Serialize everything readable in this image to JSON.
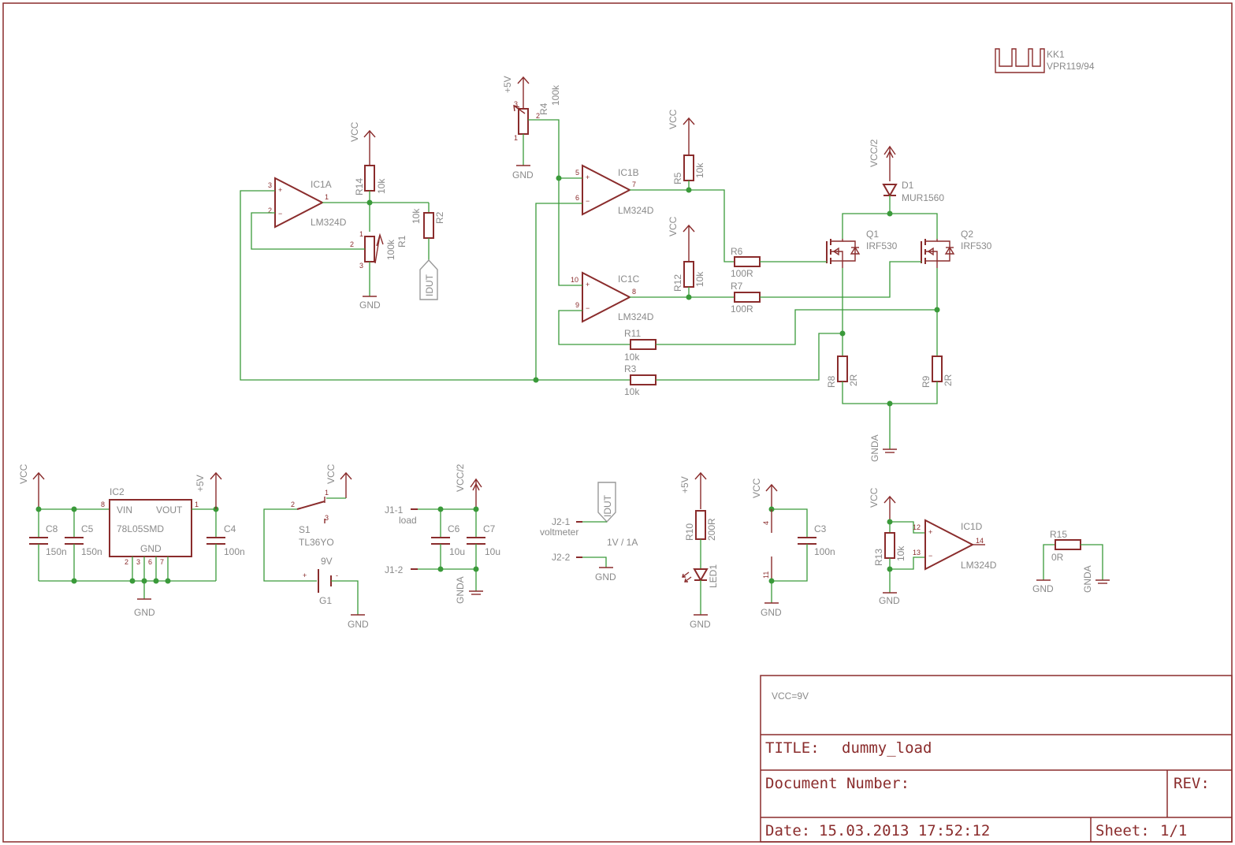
{
  "title_block": {
    "note": "VCC=9V",
    "title_label": "TITLE:",
    "title_value": "dummy_load",
    "docnum_label": "Document Number:",
    "rev_label": "REV:",
    "date_label": "Date:",
    "date_value": "15.03.2013 17:52:12",
    "sheet_label": "Sheet:",
    "sheet_value": "1/1"
  },
  "nets": {
    "vcc": "VCC",
    "gnd": "GND",
    "p5v": "+5V",
    "vcc2": "VCC/2",
    "gnda": "GNDA",
    "idut": "IDUT"
  },
  "parts": {
    "kk1": {
      "name": "KK1",
      "value": "VPR119/94"
    },
    "ic1a": {
      "name": "IC1A",
      "value": "LM324D"
    },
    "ic1b": {
      "name": "IC1B",
      "value": "LM324D"
    },
    "ic1c": {
      "name": "IC1C",
      "value": "LM324D"
    },
    "ic1d": {
      "name": "IC1D",
      "value": "LM324D"
    },
    "ic2": {
      "name": "IC2",
      "value": "78L05SMD",
      "vin": "VIN",
      "vout": "VOUT",
      "gnd": "GND"
    },
    "r1": {
      "name": "R1",
      "value": "100k"
    },
    "r2": {
      "name": "R2",
      "value": "10k"
    },
    "r3": {
      "name": "R3",
      "value": "10k"
    },
    "r4": {
      "name": "R4",
      "value": "100k"
    },
    "r5": {
      "name": "R5",
      "value": "10k"
    },
    "r6": {
      "name": "R6",
      "value": "100R"
    },
    "r7": {
      "name": "R7",
      "value": "100R"
    },
    "r8": {
      "name": "R8",
      "value": "2R"
    },
    "r9": {
      "name": "R9",
      "value": "2R"
    },
    "r10": {
      "name": "R10",
      "value": "200R"
    },
    "r11": {
      "name": "R11",
      "value": "10k"
    },
    "r12": {
      "name": "R12",
      "value": "10k"
    },
    "r13": {
      "name": "R13",
      "value": "10k"
    },
    "r14": {
      "name": "R14",
      "value": "10k"
    },
    "r15": {
      "name": "R15",
      "value": "0R"
    },
    "d1": {
      "name": "D1",
      "value": "MUR1560"
    },
    "q1": {
      "name": "Q1",
      "value": "IRF530"
    },
    "q2": {
      "name": "Q2",
      "value": "IRF530"
    },
    "c3": {
      "name": "C3",
      "value": "100n"
    },
    "c4": {
      "name": "C4",
      "value": "100n"
    },
    "c5": {
      "name": "C5",
      "value": "150n"
    },
    "c6": {
      "name": "C6",
      "value": "10u"
    },
    "c7": {
      "name": "C7",
      "value": "10u"
    },
    "c8": {
      "name": "C8",
      "value": "150n"
    },
    "s1": {
      "name": "S1",
      "value": "TL36YO"
    },
    "g1": {
      "name": "G1",
      "value": "9V"
    },
    "led1": {
      "name": "LED1"
    },
    "j1_1": {
      "name": "J1-1",
      "label": "load"
    },
    "j1_2": {
      "name": "J1-2"
    },
    "j2_1": {
      "name": "J2-1",
      "label": "voltmeter"
    },
    "j2_2": {
      "name": "J2-2"
    },
    "j2_note": "1V / 1A"
  }
}
